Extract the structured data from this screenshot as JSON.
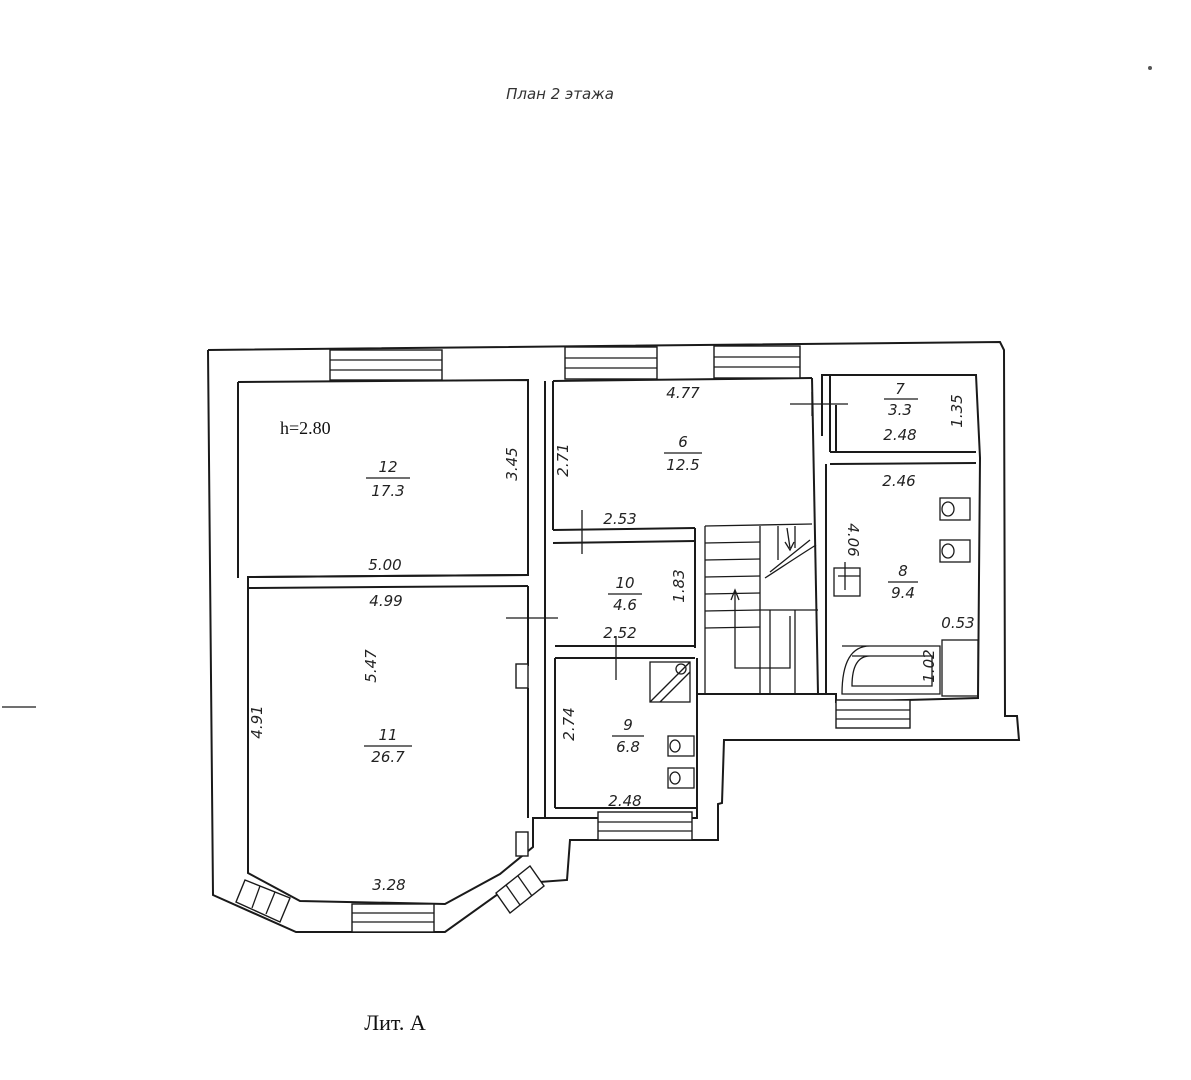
{
  "title": "План 2 этажа",
  "height_label": "h=2.80",
  "footer": "Лит. А",
  "rooms": [
    {
      "id": "room-12",
      "number": "12",
      "area": "17.3"
    },
    {
      "id": "room-6",
      "number": "6",
      "area": "12.5"
    },
    {
      "id": "room-7",
      "number": "7",
      "area": "3.3"
    },
    {
      "id": "room-8",
      "number": "8",
      "area": "9.4"
    },
    {
      "id": "room-10",
      "number": "10",
      "area": "4.6"
    },
    {
      "id": "room-9",
      "number": "9",
      "area": "6.8"
    },
    {
      "id": "room-11",
      "number": "11",
      "area": "26.7"
    }
  ],
  "dimensions": {
    "r12_height": "3.45",
    "r12_width": "5.00",
    "r11_width_top": "4.99",
    "r11_depth": "5.47",
    "r11_side": "4.91",
    "r11_bay": "3.28",
    "r6_width": "4.77",
    "r6_height": "2.71",
    "r6_bottom": "2.53",
    "r7_height": "1.35",
    "r7_width": "2.48",
    "r8_width": "2.46",
    "r8_height": "4.06",
    "r8_niche": "0.53",
    "r8_bath": "1.02",
    "r10_height": "1.83",
    "r10_width": "2.52",
    "r9_height": "2.74",
    "r9_width": "2.48"
  }
}
